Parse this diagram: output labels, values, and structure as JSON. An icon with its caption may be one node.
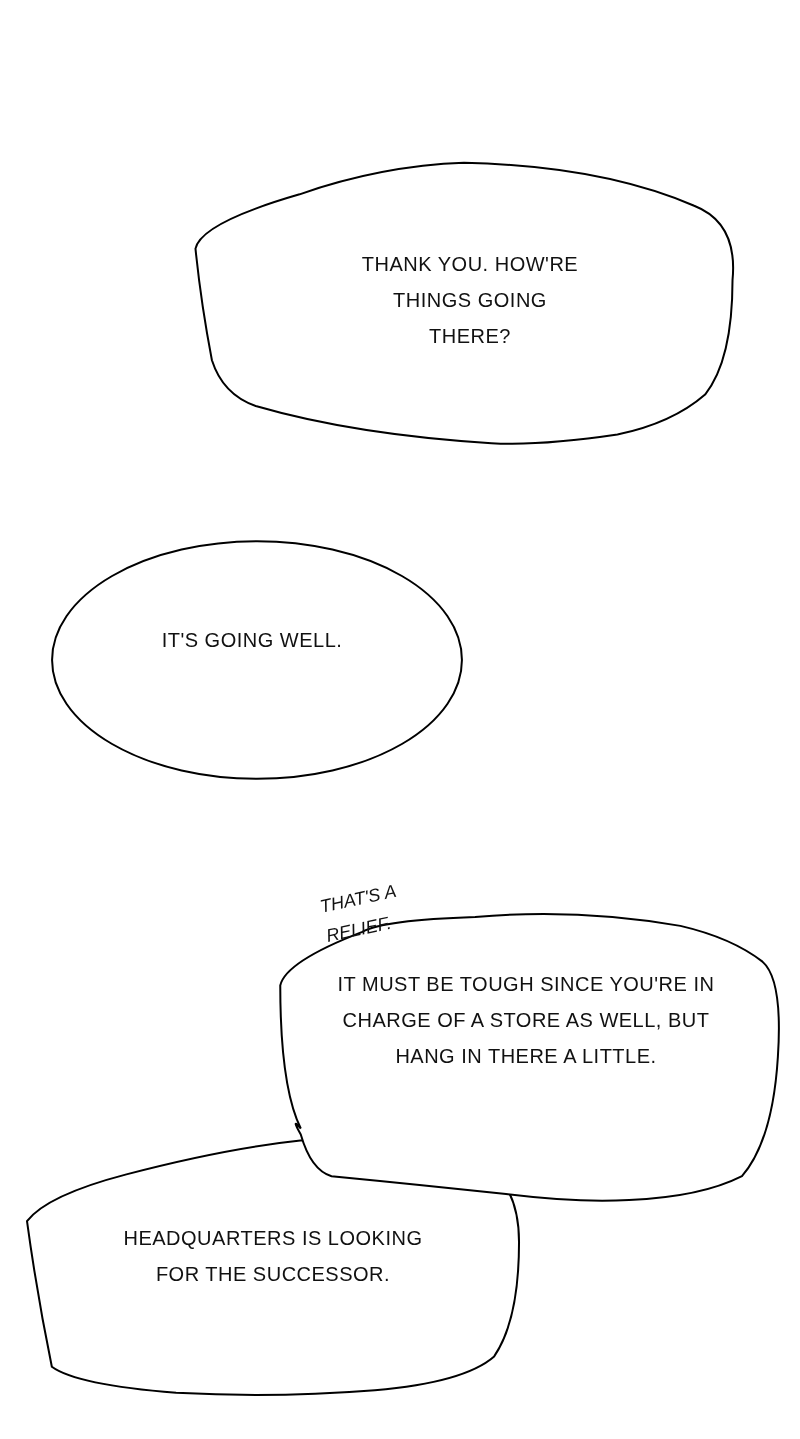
{
  "diagram": {
    "nodes": [
      {
        "text": [
          "THANK YOU. HOW'RE THINGS GOING THERE?"
        ]
      },
      {
        "text": [
          "IT'S GOING WELL."
        ]
      },
      {
        "text": [
          "IT MUST BE TOUGH SINCE YOU'RE IN CHARGE OF A STORE AS WELL, BUT HANG IN THERE A LITTLE."
        ]
      },
      {
        "text": [
          "HEADQUARTERS IS LOOKING FOR THE SUCCESSOR."
        ]
      }
    ],
    "labels": [
      "THAT'S A RELIEF."
    ]
  }
}
